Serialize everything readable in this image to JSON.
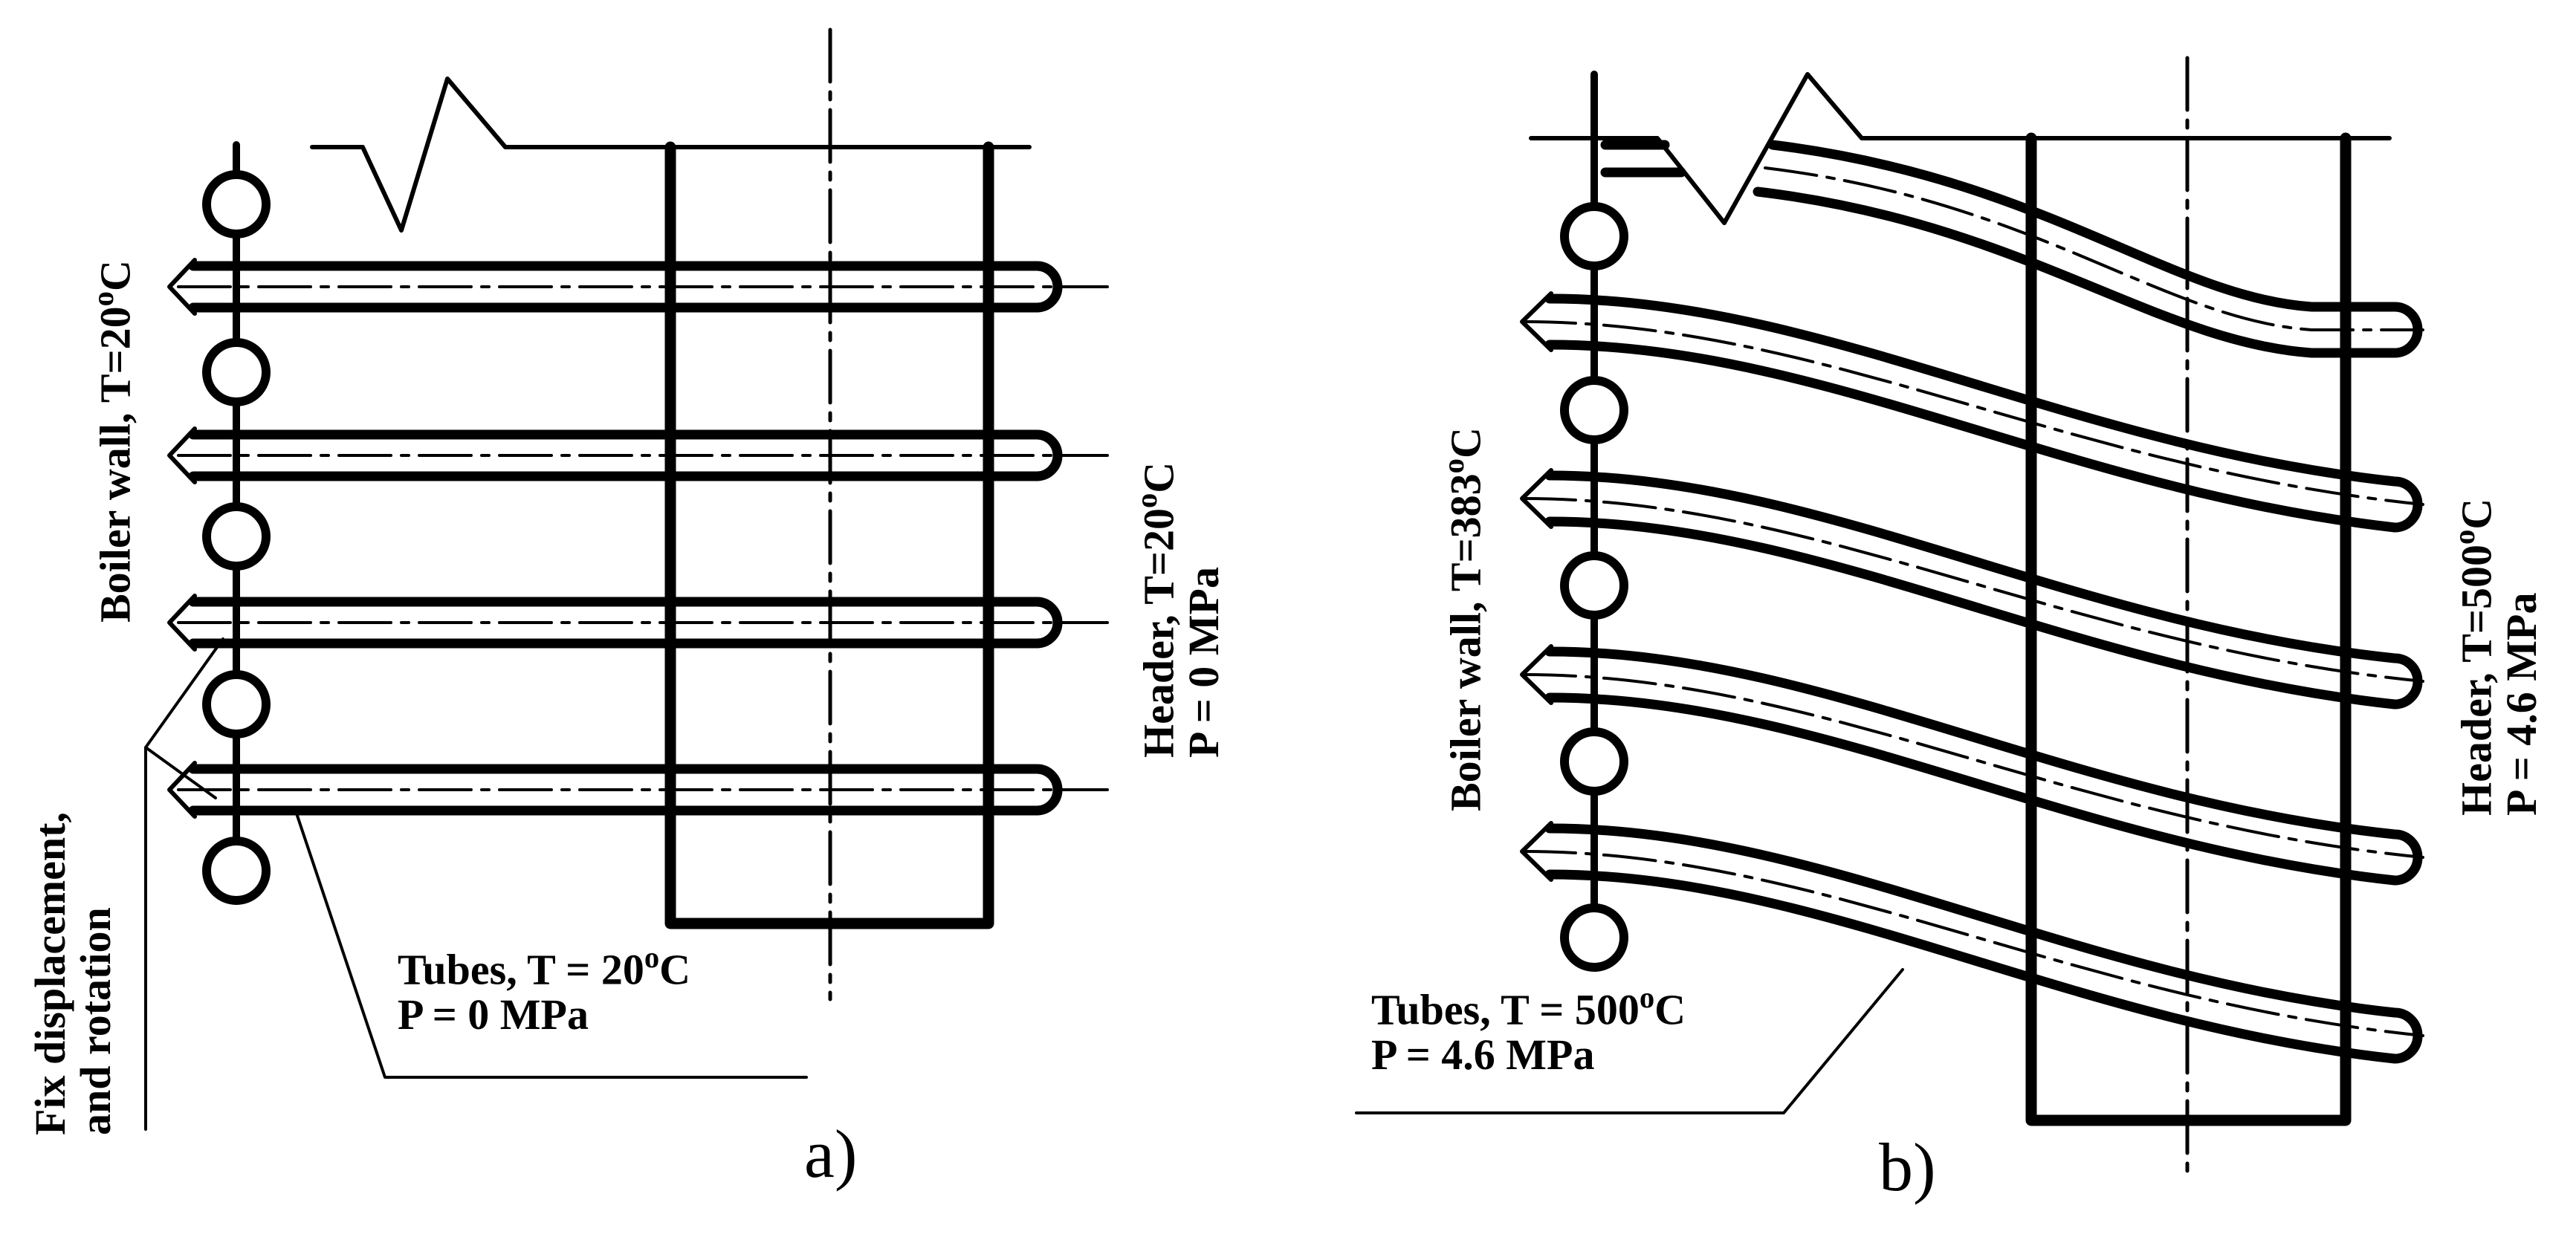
{
  "panel_a": {
    "caption": "a)",
    "wall_label_prefix": "Boiler wall, T=20",
    "wall_label_unit": "C",
    "header_label_line1_prefix": "Header, T=20",
    "header_label_line1_unit": "C",
    "header_label_line2": "P = 0 MPa",
    "tubes_label_line1_prefix": "Tubes, T = 20",
    "tubes_label_line1_unit": "C",
    "tubes_label_line2": "P = 0 MPa",
    "fix_label_line1": "Fix displacement,",
    "fix_label_line2": "and rotation",
    "degree_symbol": "o"
  },
  "panel_b": {
    "caption": "b)",
    "wall_label_prefix": "Boiler wall, T=383",
    "wall_label_unit": "C",
    "header_label_line1_prefix": "Header, T=500",
    "header_label_line1_unit": "C",
    "header_label_line2": "P = 4.6 MPa",
    "tubes_label_line1_prefix": "Tubes, T = 500",
    "tubes_label_line1_unit": "C",
    "tubes_label_line2": "P = 4.6 MPa",
    "degree_symbol": "o"
  },
  "colors": {
    "line": "#000000",
    "background": "#ffffff"
  }
}
